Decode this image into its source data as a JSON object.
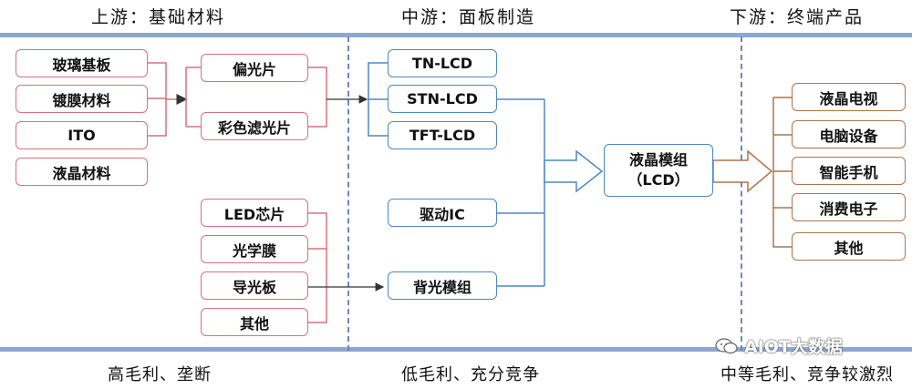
{
  "headers": {
    "upstream": "上游：基础材料",
    "midstream": "中游：面板制造",
    "downstream": "下游：终端产品"
  },
  "footers": {
    "upstream": "高毛利、垄断",
    "midstream": "低毛利、充分竞争",
    "downstream": "中等毛利、竞争较激烈"
  },
  "upstream": {
    "materials": [
      "玻璃基板",
      "镀膜材料",
      "ITO",
      "液晶材料"
    ],
    "films": [
      "偏光片",
      "彩色滤光片"
    ],
    "backlight_parts": [
      "LED芯片",
      "光学膜",
      "导光板",
      "其他"
    ]
  },
  "midstream": {
    "lcd_types": [
      "TN-LCD",
      "STN-LCD",
      "TFT-LCD"
    ],
    "driver": "驱动IC",
    "backlight": "背光模组",
    "module_line1": "液晶模组",
    "module_line2": "（LCD）"
  },
  "downstream": {
    "products": [
      "液晶电视",
      "电脑设备",
      "智能手机",
      "消费电子",
      "其他"
    ]
  },
  "watermark": "AIOT大数据",
  "colors": {
    "upstream_border": "#d9707d",
    "midstream_border": "#4f86c6",
    "downstream_border": "#b0744c",
    "band": "#8ea6d3"
  }
}
